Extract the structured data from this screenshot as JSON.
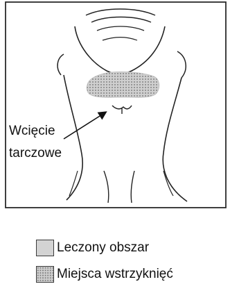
{
  "diagram": {
    "notch_label_line1": "Wcięcie",
    "notch_label_line2": "tarczowe"
  },
  "legend": [
    {
      "label": "Leczony obszar",
      "swatch": "treated-area",
      "color": "#d3d3d3"
    },
    {
      "label": "Miejsca wstrzyknięć",
      "swatch": "injection-sites",
      "color": "#cfcfcf"
    }
  ]
}
